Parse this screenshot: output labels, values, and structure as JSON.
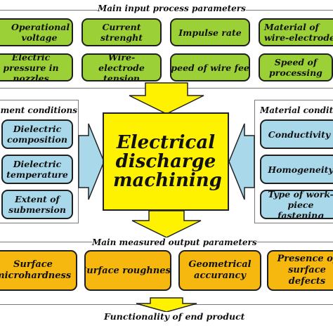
{
  "header": {
    "title": "Main input process parameters"
  },
  "inputs": {
    "row1": [
      "Operational voltage",
      "Current strenght",
      "Impulse rate",
      "Material of wire-electrode"
    ],
    "row2": [
      "Electric pressure in nozzles",
      "Wire-electrode tension",
      "Speed of wire feed",
      "Speed of processing"
    ]
  },
  "environment": {
    "title": "Environment conditions",
    "items": [
      "Dielectric composition",
      "Dielectric temperature",
      "Extent of submersion"
    ]
  },
  "material": {
    "title": "Material conditions",
    "items": [
      "Conductivity",
      "Homogeneity",
      "Type of work-piece fastening"
    ]
  },
  "center": {
    "label": "Electrical discharge machining"
  },
  "outputs": {
    "title": "Main measured output parameters",
    "items": [
      "Surface microhardness",
      "Surface roughness",
      "Geometrical accurancy",
      "Presence of surface defects"
    ]
  },
  "footer": {
    "label": "Functionality of end product"
  },
  "colors": {
    "input": "#9bd136",
    "condition": "#a8d8ea",
    "output": "#f6b80e",
    "center": "#fff200",
    "arrow": "#fff200",
    "side_arrow": "#a8d8ea"
  }
}
